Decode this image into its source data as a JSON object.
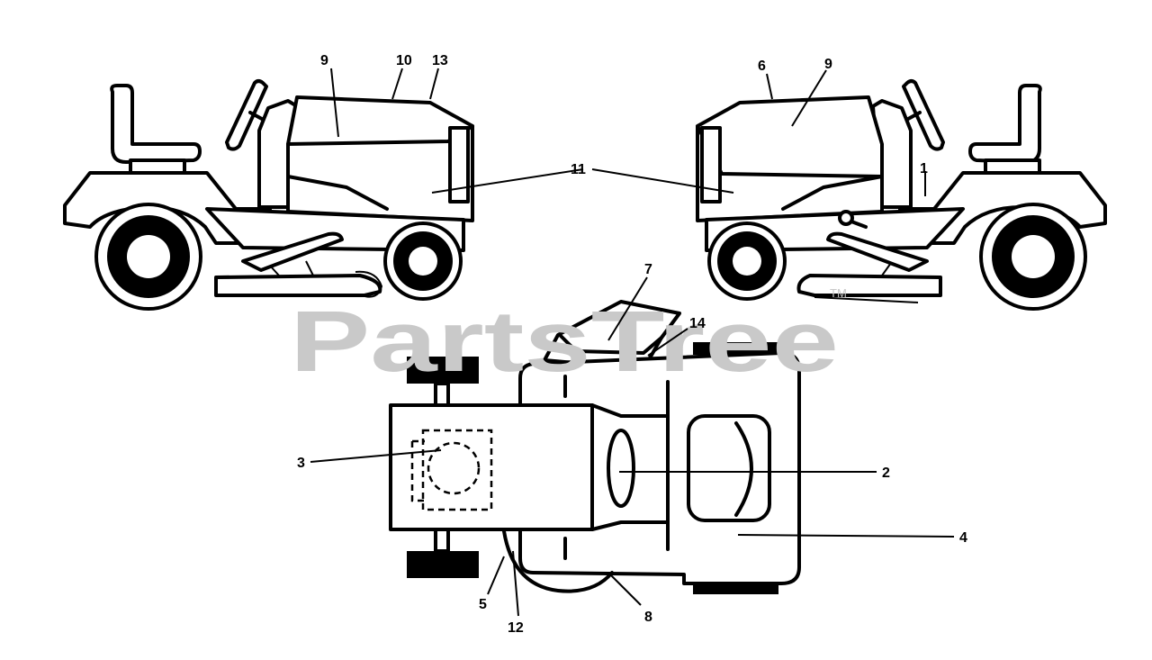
{
  "watermark": {
    "text": "PartsTree",
    "trademark": "TM"
  },
  "callouts": {
    "c1": "1",
    "c2": "2",
    "c3": "3",
    "c4": "4",
    "c5": "5",
    "c6": "6",
    "c7": "7",
    "c8": "8",
    "c9a": "9",
    "c9b": "9",
    "c10": "10",
    "c11": "11",
    "c12": "12",
    "c13": "13",
    "c14": "14"
  },
  "colors": {
    "line": "#000000",
    "watermark": "#c9c9c9",
    "background": "#ffffff"
  }
}
